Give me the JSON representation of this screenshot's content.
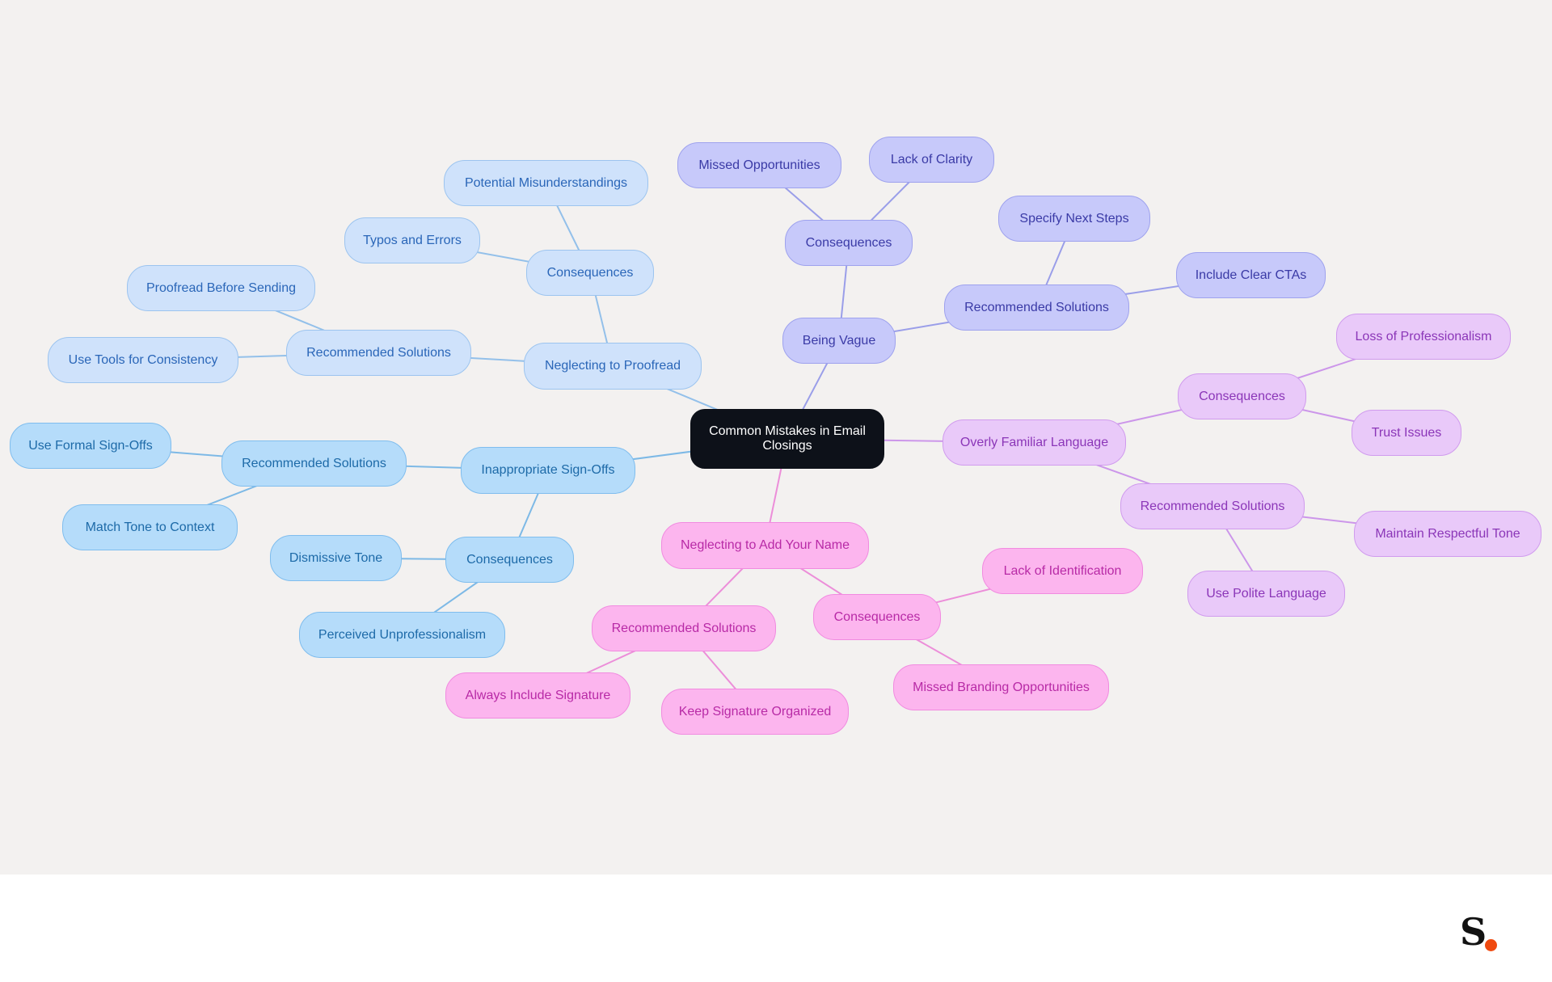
{
  "root": {
    "id": "root",
    "label": "Common Mistakes in Email Closings"
  },
  "branch_colors": {
    "proofread": {
      "fill": "#cfe2fb",
      "stroke": "#9cc4ef",
      "text": "#2a66b8",
      "edge": "#93c0ea"
    },
    "signoffs": {
      "fill": "#b5dcfa",
      "stroke": "#7fbdee",
      "text": "#1d6aa8",
      "edge": "#7db9e6"
    },
    "vague": {
      "fill": "#c7c9fa",
      "stroke": "#9ea2ee",
      "text": "#3a3aa6",
      "edge": "#9a9ee9"
    },
    "familiar": {
      "fill": "#e9c9f9",
      "stroke": "#d09bee",
      "text": "#8b36b8",
      "edge": "#cc96ea"
    },
    "name": {
      "fill": "#fcb5ee",
      "stroke": "#f18be0",
      "text": "#b82aa6",
      "edge": "#ec8ed9"
    },
    "root": {
      "fill": "#0d1119",
      "stroke": "#0d1119",
      "text": "#ffffff"
    }
  },
  "nodes": [
    {
      "id": "proofread",
      "label": "Neglecting to Proofread",
      "branch": "proofread",
      "parent": "root"
    },
    {
      "id": "pr_cons",
      "label": "Consequences",
      "branch": "proofread",
      "parent": "proofread"
    },
    {
      "id": "pr_c1",
      "label": "Potential Misunderstandings",
      "branch": "proofread",
      "parent": "pr_cons"
    },
    {
      "id": "pr_c2",
      "label": "Typos and Errors",
      "branch": "proofread",
      "parent": "pr_cons"
    },
    {
      "id": "pr_sol",
      "label": "Recommended Solutions",
      "branch": "proofread",
      "parent": "proofread"
    },
    {
      "id": "pr_s1",
      "label": "Proofread Before Sending",
      "branch": "proofread",
      "parent": "pr_sol"
    },
    {
      "id": "pr_s2",
      "label": "Use Tools for Consistency",
      "branch": "proofread",
      "parent": "pr_sol"
    },
    {
      "id": "signoffs",
      "label": "Inappropriate Sign-Offs",
      "branch": "signoffs",
      "parent": "root"
    },
    {
      "id": "so_sol",
      "label": "Recommended Solutions",
      "branch": "signoffs",
      "parent": "signoffs"
    },
    {
      "id": "so_s1",
      "label": "Use Formal Sign-Offs",
      "branch": "signoffs",
      "parent": "so_sol"
    },
    {
      "id": "so_s2",
      "label": "Match Tone to Context",
      "branch": "signoffs",
      "parent": "so_sol"
    },
    {
      "id": "so_cons",
      "label": "Consequences",
      "branch": "signoffs",
      "parent": "signoffs"
    },
    {
      "id": "so_c1",
      "label": "Dismissive Tone",
      "branch": "signoffs",
      "parent": "so_cons"
    },
    {
      "id": "so_c2",
      "label": "Perceived Unprofessionalism",
      "branch": "signoffs",
      "parent": "so_cons"
    },
    {
      "id": "vague",
      "label": "Being Vague",
      "branch": "vague",
      "parent": "root"
    },
    {
      "id": "va_cons",
      "label": "Consequences",
      "branch": "vague",
      "parent": "vague"
    },
    {
      "id": "va_c1",
      "label": "Missed Opportunities",
      "branch": "vague",
      "parent": "va_cons"
    },
    {
      "id": "va_c2",
      "label": "Lack of Clarity",
      "branch": "vague",
      "parent": "va_cons"
    },
    {
      "id": "va_sol",
      "label": "Recommended Solutions",
      "branch": "vague",
      "parent": "vague"
    },
    {
      "id": "va_s1",
      "label": "Specify Next Steps",
      "branch": "vague",
      "parent": "va_sol"
    },
    {
      "id": "va_s2",
      "label": "Include Clear CTAs",
      "branch": "vague",
      "parent": "va_sol"
    },
    {
      "id": "familiar",
      "label": "Overly Familiar Language",
      "branch": "familiar",
      "parent": "root"
    },
    {
      "id": "fa_cons",
      "label": "Consequences",
      "branch": "familiar",
      "parent": "familiar"
    },
    {
      "id": "fa_c1",
      "label": "Loss of Professionalism",
      "branch": "familiar",
      "parent": "fa_cons"
    },
    {
      "id": "fa_c2",
      "label": "Trust Issues",
      "branch": "familiar",
      "parent": "fa_cons"
    },
    {
      "id": "fa_sol",
      "label": "Recommended Solutions",
      "branch": "familiar",
      "parent": "familiar"
    },
    {
      "id": "fa_s1",
      "label": "Maintain Respectful Tone",
      "branch": "familiar",
      "parent": "fa_sol"
    },
    {
      "id": "fa_s2",
      "label": "Use Polite Language",
      "branch": "familiar",
      "parent": "fa_sol"
    },
    {
      "id": "name",
      "label": "Neglecting to Add Your Name",
      "branch": "name",
      "parent": "root"
    },
    {
      "id": "nm_sol",
      "label": "Recommended Solutions",
      "branch": "name",
      "parent": "name"
    },
    {
      "id": "nm_s1",
      "label": "Always Include Signature",
      "branch": "name",
      "parent": "nm_sol"
    },
    {
      "id": "nm_s2",
      "label": "Keep Signature Organized",
      "branch": "name",
      "parent": "nm_sol"
    },
    {
      "id": "nm_cons",
      "label": "Consequences",
      "branch": "name",
      "parent": "name"
    },
    {
      "id": "nm_c1",
      "label": "Lack of Identification",
      "branch": "name",
      "parent": "nm_cons"
    },
    {
      "id": "nm_c2",
      "label": "Missed Branding Opportunities",
      "branch": "name",
      "parent": "nm_cons"
    }
  ],
  "logo": {
    "letter": "S",
    "dot_color": "#f04a10"
  }
}
